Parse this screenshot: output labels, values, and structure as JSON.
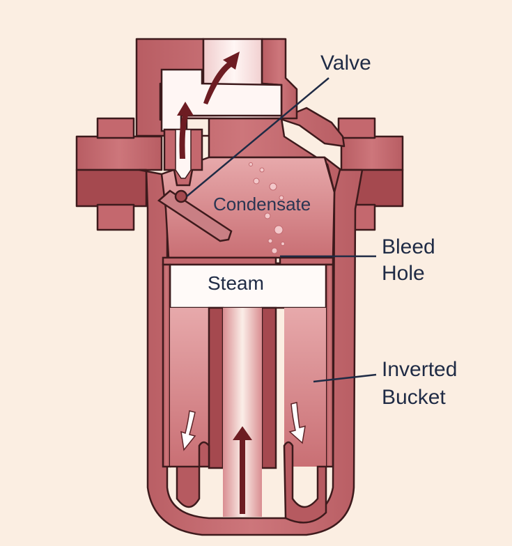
{
  "labels": {
    "valve": "Valve",
    "condensate": "Condensate",
    "bleed_line1": "Bleed",
    "bleed_line2": "Hole",
    "steam": "Steam",
    "bucket_line1": "Inverted",
    "bucket_line2": "Bucket"
  },
  "colors": {
    "background": "#fbeee2",
    "body": "#c4686e",
    "body_dark": "#a5494f",
    "outline": "#3d1a1c",
    "cavity": "#fffaf8",
    "liquid": "#d28589",
    "arrow": "#6d1c22",
    "label_text": "#1f2b45"
  },
  "icons": [
    "flow-arrow-up",
    "flow-arrow-down-outline",
    "bubble"
  ]
}
